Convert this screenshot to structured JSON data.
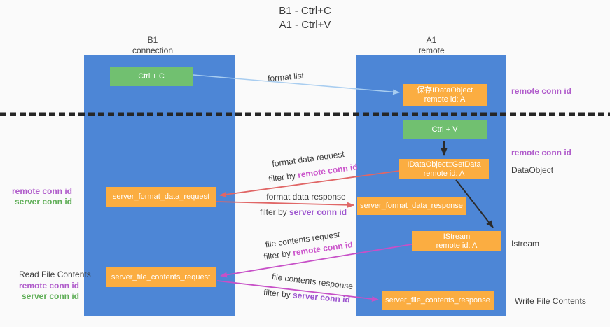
{
  "title": {
    "line1": "B1 - Ctrl+C",
    "line2": "A1 - Ctrl+V"
  },
  "columns": {
    "left": {
      "name": "B1",
      "role": "connection"
    },
    "right": {
      "name": "A1",
      "role": "remote"
    }
  },
  "boxes": {
    "ctrl_c": {
      "label": "Ctrl + C"
    },
    "save_idataobject": {
      "line1": "保存IDataObject",
      "line2": "remote id: A"
    },
    "ctrl_v": {
      "label": "Ctrl + V"
    },
    "idataobject_getdata": {
      "line1": "IDataObject::GetData",
      "line2": "remote id: A"
    },
    "server_format_data_request": {
      "label": "server_format_data_request"
    },
    "server_format_data_response": {
      "label": "server_format_data_response"
    },
    "istream": {
      "line1": "IStream",
      "line2": "remote id: A"
    },
    "server_file_contents_request": {
      "label": "server_file_contents_request"
    },
    "server_file_contents_response": {
      "label": "server_file_contents_response"
    }
  },
  "labels": {
    "format_list": "format list",
    "filter_by": "filter by",
    "remote_conn_id": "remote conn id",
    "server_conn_id": "server conn id",
    "format_data_request": "format data request",
    "format_data_response": "format data response",
    "file_contents_request": "file contents request",
    "file_contents_response": "file contents response",
    "dataobject": "DataObject",
    "istream": "Istream",
    "read_file_contents": "Read File Contents",
    "write_file_contents": "Write File Contents"
  },
  "colors": {
    "column_blue": "#4d86d6",
    "box_orange": "#fbad41",
    "box_green": "#71c070",
    "arrow_lightblue": "#a8cdf0",
    "arrow_salmon": "#e06666",
    "arrow_magenta": "#c750c7",
    "arrow_black": "#2b2b2b",
    "side_label_purple": "#b05ccb",
    "side_label_green": "#5fae57",
    "emphasis_magenta": "#cb54cb",
    "emphasis_purple": "#9d55cf"
  }
}
